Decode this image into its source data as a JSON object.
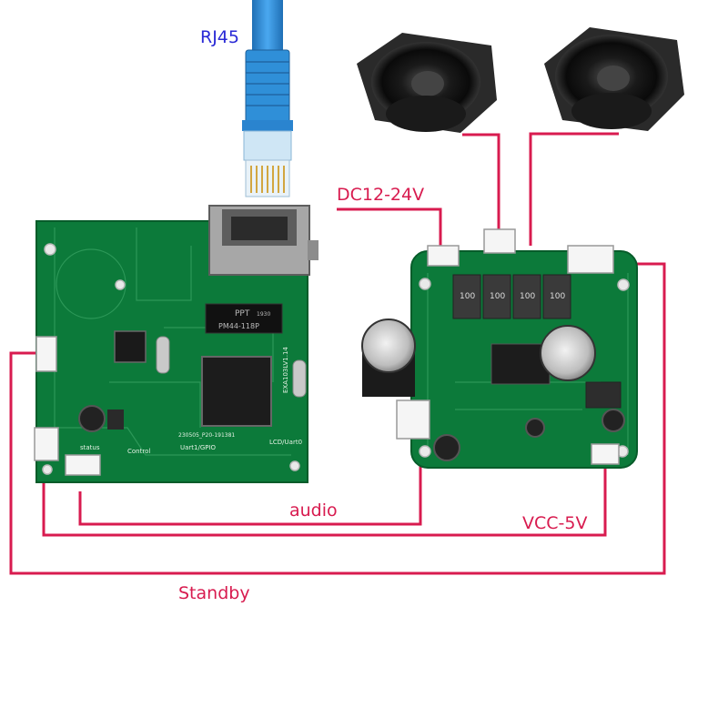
{
  "labels": {
    "rj45": "RJ45",
    "dc_input": "DC12-24V",
    "audio": "audio",
    "vcc": "VCC-5V",
    "standby": "Standby"
  },
  "silkscreen": {
    "ppt": "PPT",
    "ppt_code": "1930",
    "transformer": "PM44-118P",
    "board_rev": "EXA103LV1.14",
    "date_code": "230505_P20-191381",
    "uart_gpio": "Uart1/GPIO",
    "control": "Control",
    "status": "status",
    "lcd_uart": "LCD/Uart0",
    "ind_1": "100",
    "ind_2": "100",
    "ind_3": "100",
    "ind_4": "100"
  },
  "colors": {
    "wire": "#d81b4f",
    "rj45_label": "#2a2ad6",
    "pcb": "#0c7a3a",
    "pcb_dark": "#075c2a",
    "cable_blue": "#2f8fd8"
  }
}
